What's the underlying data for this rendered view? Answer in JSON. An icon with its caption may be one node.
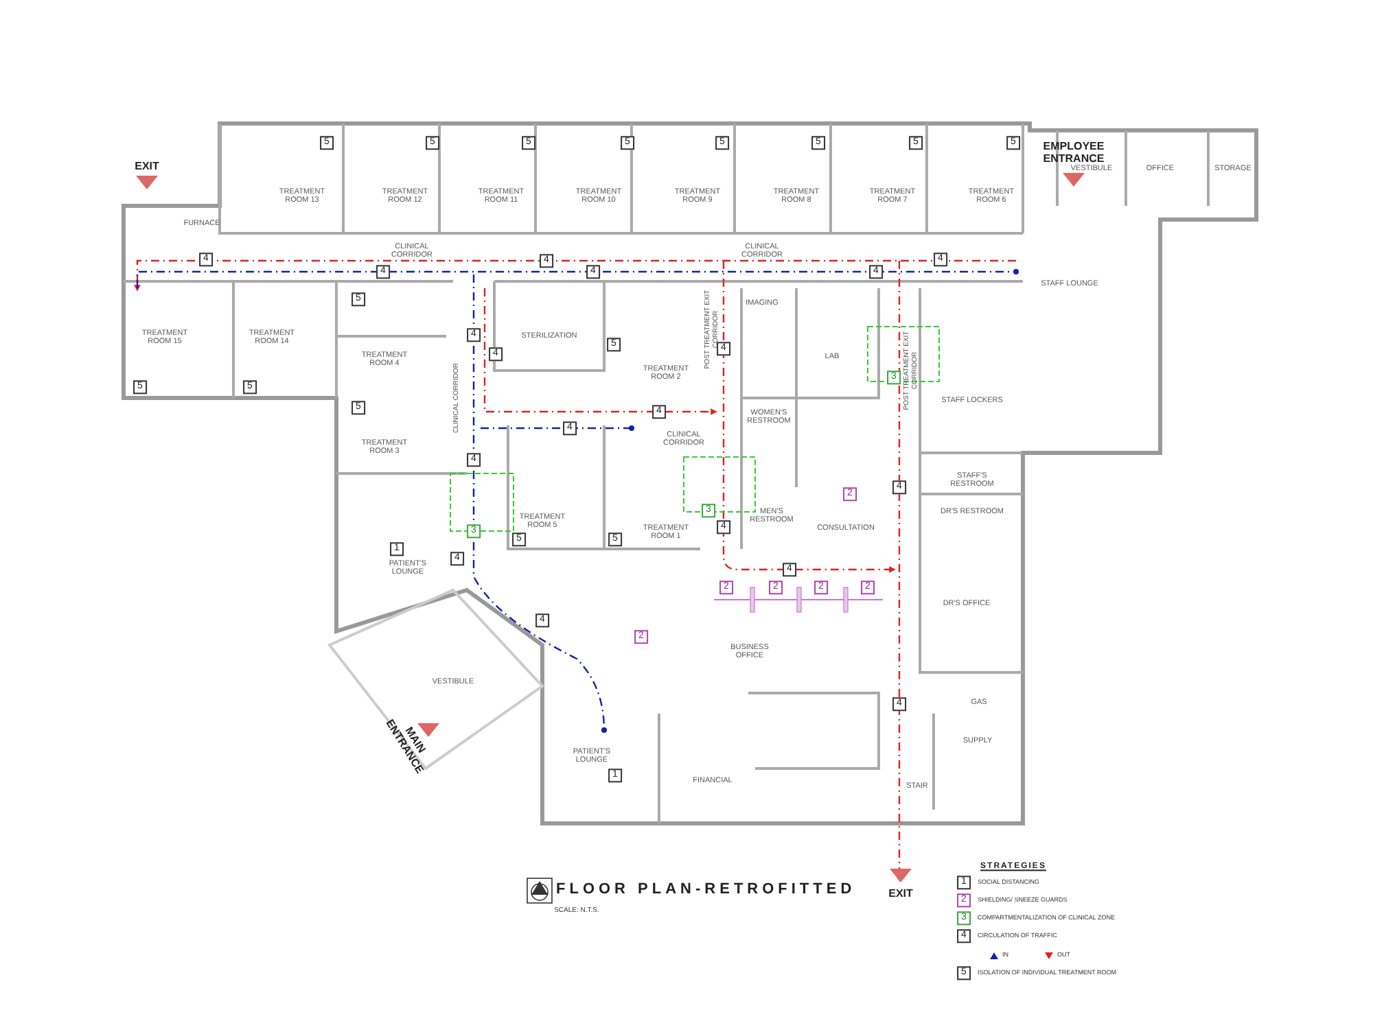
{
  "diagram": {
    "title": "FLOOR PLAN-RETROFITTED",
    "labels": [
      "EMPLOYEE ENTRANCE",
      "5",
      "5",
      "5",
      "5",
      "5",
      "5",
      "5",
      "5",
      "VESTIBULE",
      "OFFICE",
      "STORAGE",
      "EXIT",
      "TREATMENT ROOM 13",
      "TREATMENT ROOM 12",
      "TREATMENT ROOM 11",
      "TREATMENT ROOM 10",
      "TREATMENT ROOM 9",
      "TREATMENT ROOM 8",
      "TREATMENT ROOM 7",
      "TREATMENT ROOM 6",
      "FURNACE",
      "4",
      "CLINICAL CORRIDOR",
      "4",
      "CLINICAL CORRIDOR",
      "4",
      "4",
      "4",
      "4",
      "STAFF LOUNGE",
      "5",
      "IMAGING",
      "POST TREATMENT EXIT CORRIDOR",
      "4",
      "TREATMENT ROOM 15",
      "TREATMENT ROOM 14",
      "5",
      "4",
      "4",
      "TREATMENT ROOM 4",
      "LAB",
      "STERILIZATION",
      "CLINICAL CORRIDOR",
      "TREATMENT ROOM 2",
      "3",
      "POST TREATMENT EXIT CORRIDOR",
      "5",
      "5",
      "5",
      "STAFF LOCKERS",
      "WOMEN'S RESTROOM",
      "4",
      "4",
      "CLINICAL CORRIDOR",
      "TREATMENT ROOM 3",
      "4",
      "STAFF'S RESTROOM",
      "4",
      "2",
      "3",
      "DR'S RESTROOM",
      "4",
      "MEN'S RESTROOM",
      "3",
      "CONSULTATION",
      "TREATMENT ROOM 5",
      "TREATMENT ROOM 1",
      "5",
      "5",
      "4",
      "1",
      "PATIENT'S LOUNGE",
      "4",
      "DR'S OFFICE",
      "2",
      "2",
      "2",
      "2",
      "4",
      "2",
      "BUSINESS OFFICE",
      "VESTIBULE",
      "4",
      "GAS",
      "SUPPLY",
      "PATIENT'S LOUNGE",
      "MAIN ENTRANCE",
      "1",
      "FINANCIAL",
      "STAIR",
      "SCALE: N.T.S.",
      "EXIT",
      "STRATEGIES",
      "1",
      "2",
      "3",
      "4",
      "5"
    ],
    "legend": [
      {
        "text": "SOCIAL DISTANCING"
      },
      {
        "text": "SHIELDING/ SNEEZE GUARDS"
      },
      {
        "text": "COMPARTMENTALIZATION OF CLINICAL ZONE"
      },
      {
        "text": "CIRCULATION OF TRAFFIC"
      },
      {
        "text": "IN"
      },
      {
        "text": "OUT"
      },
      {
        "text": "ISOLATION OF INDIVIDUAL TREATMENT ROOM"
      }
    ]
  }
}
